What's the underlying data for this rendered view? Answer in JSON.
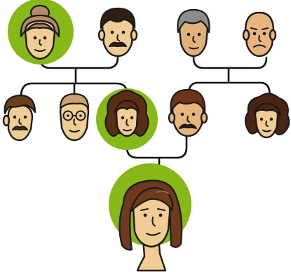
{
  "colors": {
    "highlight_circle": "#86B817",
    "skin": "#F1CD96",
    "skin_warm": "#E8B57E",
    "line": "#111111"
  },
  "members": [
    {
      "id": "maternal-grandmother",
      "highlighted": true,
      "icon": "grandmother-bun-icon"
    },
    {
      "id": "maternal-grandfather",
      "highlighted": false,
      "icon": "grandfather-mustache-icon"
    },
    {
      "id": "paternal-grandmother",
      "highlighted": false,
      "icon": "grandmother-gray-hair-icon"
    },
    {
      "id": "paternal-grandfather",
      "highlighted": false,
      "icon": "grandfather-bald-icon"
    },
    {
      "id": "uncle-mustache",
      "highlighted": false,
      "icon": "uncle-mustache-icon"
    },
    {
      "id": "uncle-glasses",
      "highlighted": false,
      "icon": "uncle-glasses-icon"
    },
    {
      "id": "mother",
      "highlighted": true,
      "icon": "mother-curly-hair-icon"
    },
    {
      "id": "father",
      "highlighted": false,
      "icon": "father-mustache-icon"
    },
    {
      "id": "aunt",
      "highlighted": false,
      "icon": "aunt-curly-hair-icon"
    },
    {
      "id": "child",
      "highlighted": true,
      "icon": "daughter-long-hair-icon"
    }
  ]
}
